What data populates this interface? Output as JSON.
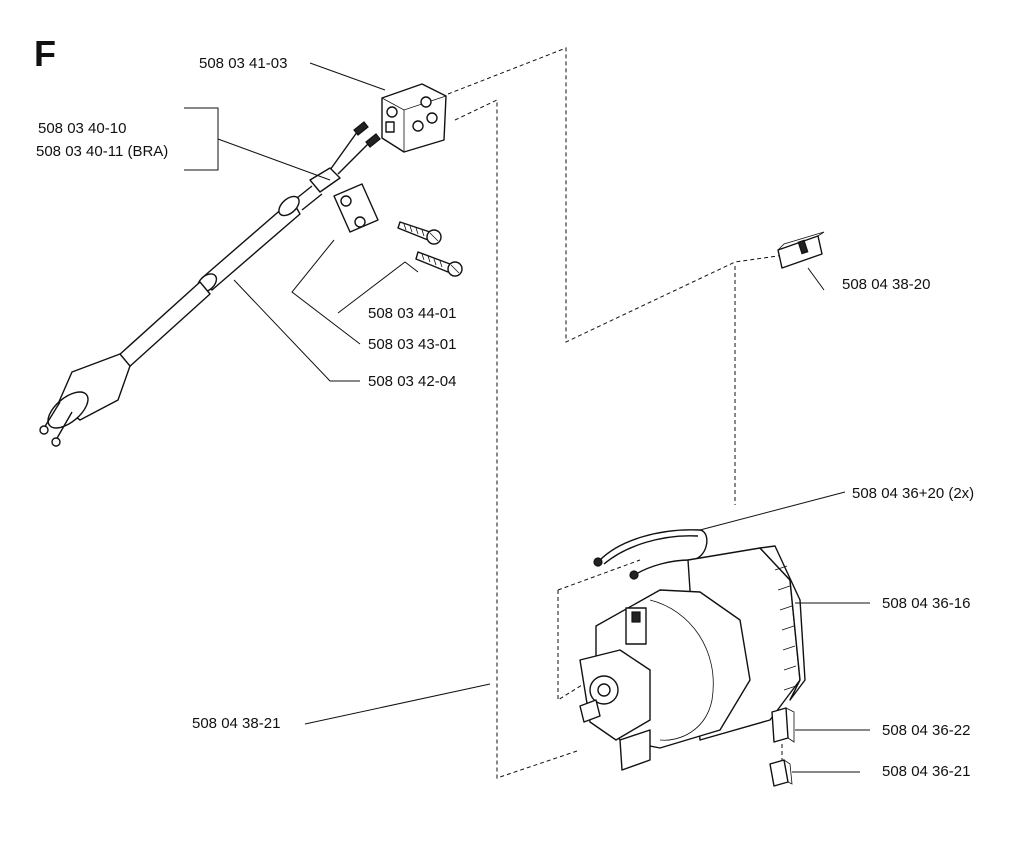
{
  "section_letter": "F",
  "labels": {
    "terminal_block": "508 03 41-03",
    "cord_a": "508 03 40-10",
    "cord_b": "508 03 40-11 (BRA)",
    "switch_cable": "508 04 38-20",
    "screws": "508 03 44-01",
    "clamp_plate": "508 03 43-01",
    "cable_sleeve": "508 03 42-04",
    "lead_wires": "508 04 36+20 (2x)",
    "motor": "508 04 36-16",
    "motor_cable": "508 04 38-21",
    "brush_holder": "508 04 36-22",
    "carbon_brush": "508 04 36-21"
  }
}
